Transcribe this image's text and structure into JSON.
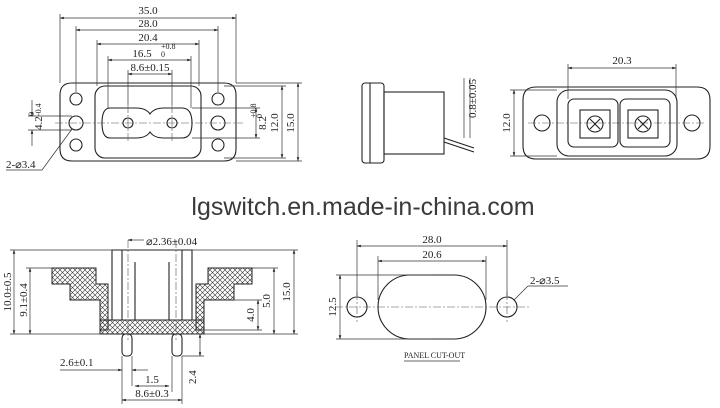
{
  "watermark": "lgswitch.en.made-in-china.com",
  "top_left_view": {
    "dims": {
      "w35": "35.0",
      "w28": "28.0",
      "w20_4": "20.4",
      "w16_5": "16.5",
      "w16_5_tol_up": "+0.8",
      "w16_5_tol_dn": "0",
      "w8_6": "8.6±0.15",
      "h4_2": "4.2",
      "h4_2_tol_up": "0",
      "h4_2_tol_dn": "-0.4",
      "h8_2": "8.2",
      "h8_2_tol_up": "+0.8",
      "h8_2_tol_dn": "0",
      "h12": "12.0",
      "h15": "15.0",
      "holes": "2-⌀3.4"
    }
  },
  "side_view": {
    "dims": {
      "h0_8": "0.8±0.05"
    }
  },
  "top_right_view": {
    "dims": {
      "w20_3": "20.3",
      "h12": "12.0"
    }
  },
  "bottom_left_view": {
    "dims": {
      "d2_36": "⌀2.36±0.04",
      "h10": "10.0±0.5",
      "h9_1": "9.1±0.4",
      "h4": "4.0",
      "h5": "5.0",
      "h15": "15.0",
      "w2_6": "2.6±0.1",
      "w1_5": "1.5",
      "w8_6": "8.6±0.3",
      "h2_4": "2.4"
    }
  },
  "panel_cutout": {
    "caption": "PANEL CUT-OUT",
    "dims": {
      "w28": "28.0",
      "w20_6": "20.6",
      "h12_5": "12.5",
      "holes": "2-⌀3.5"
    }
  }
}
